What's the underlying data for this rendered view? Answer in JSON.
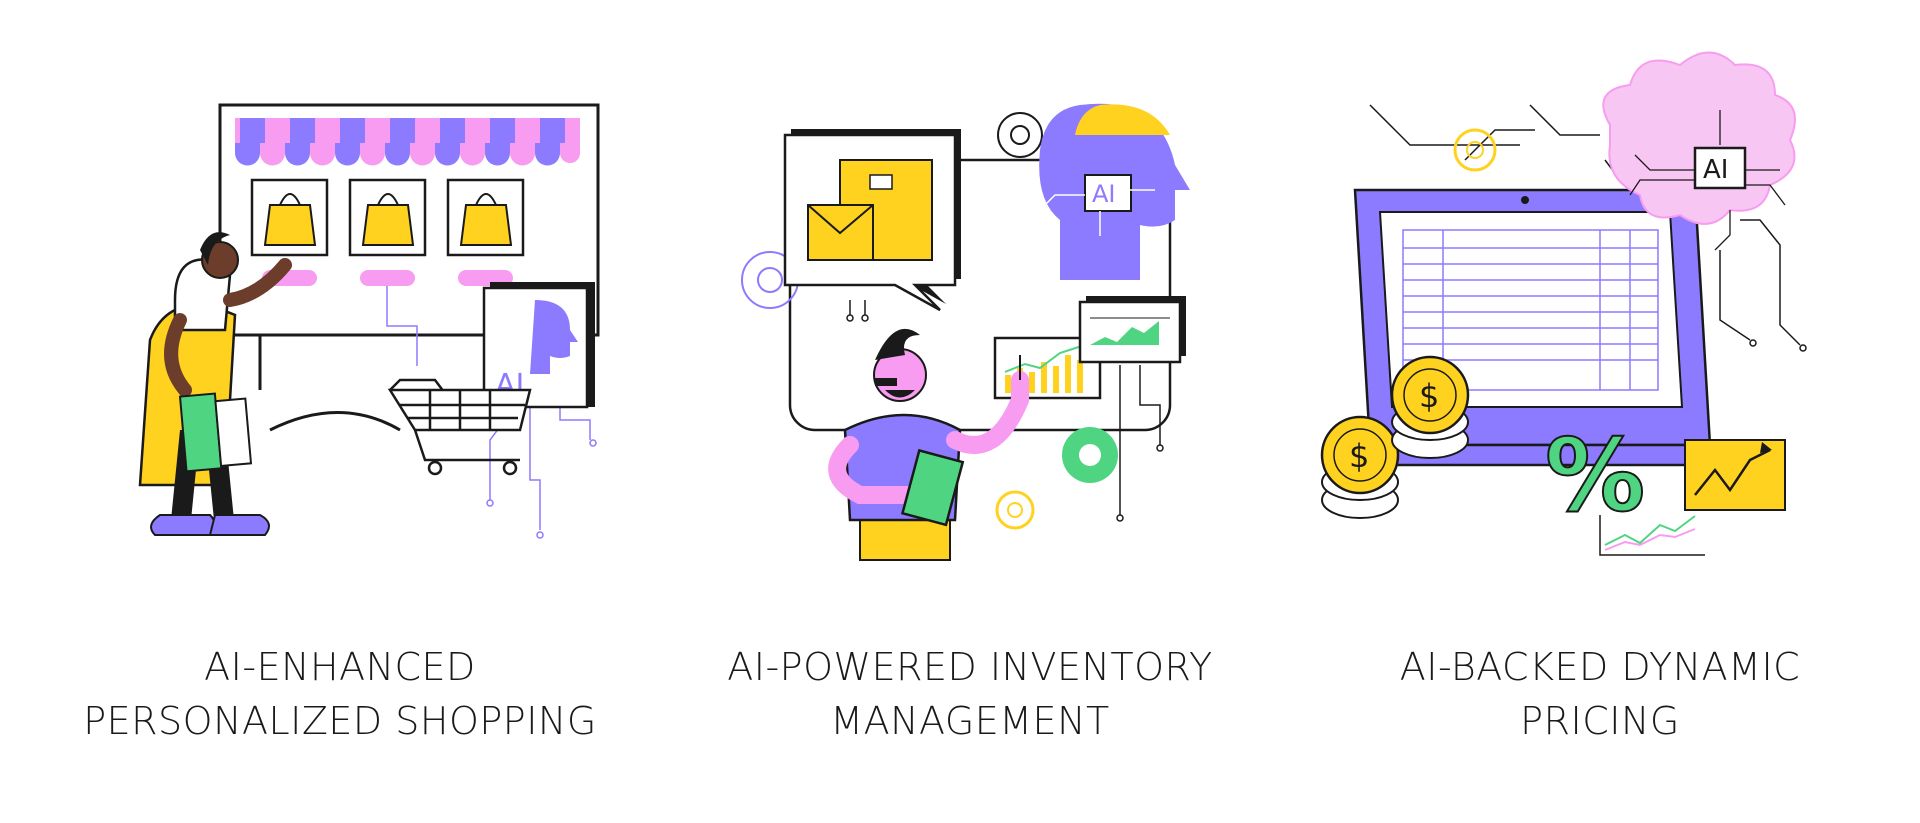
{
  "palette": {
    "purple": "#8c7bff",
    "pink": "#f79cf0",
    "yellow": "#ffd21f",
    "green": "#4fd581",
    "dark": "#1a1a1a",
    "skin_dark": "#6b3d2a",
    "skin_pink": "#f79cf0"
  },
  "panels": [
    {
      "caption_lines": [
        "AI-ENHANCED",
        "PERSONALIZED SHOPPING"
      ],
      "badge": "AI"
    },
    {
      "caption_lines": [
        "AI-POWERED INVENTORY",
        "MANAGEMENT"
      ],
      "badge": "AI"
    },
    {
      "caption_lines": [
        "AI-BACKED DYNAMIC",
        "PRICING"
      ],
      "badge": "AI",
      "percent_symbol": "%",
      "coin_symbol": "$"
    }
  ]
}
